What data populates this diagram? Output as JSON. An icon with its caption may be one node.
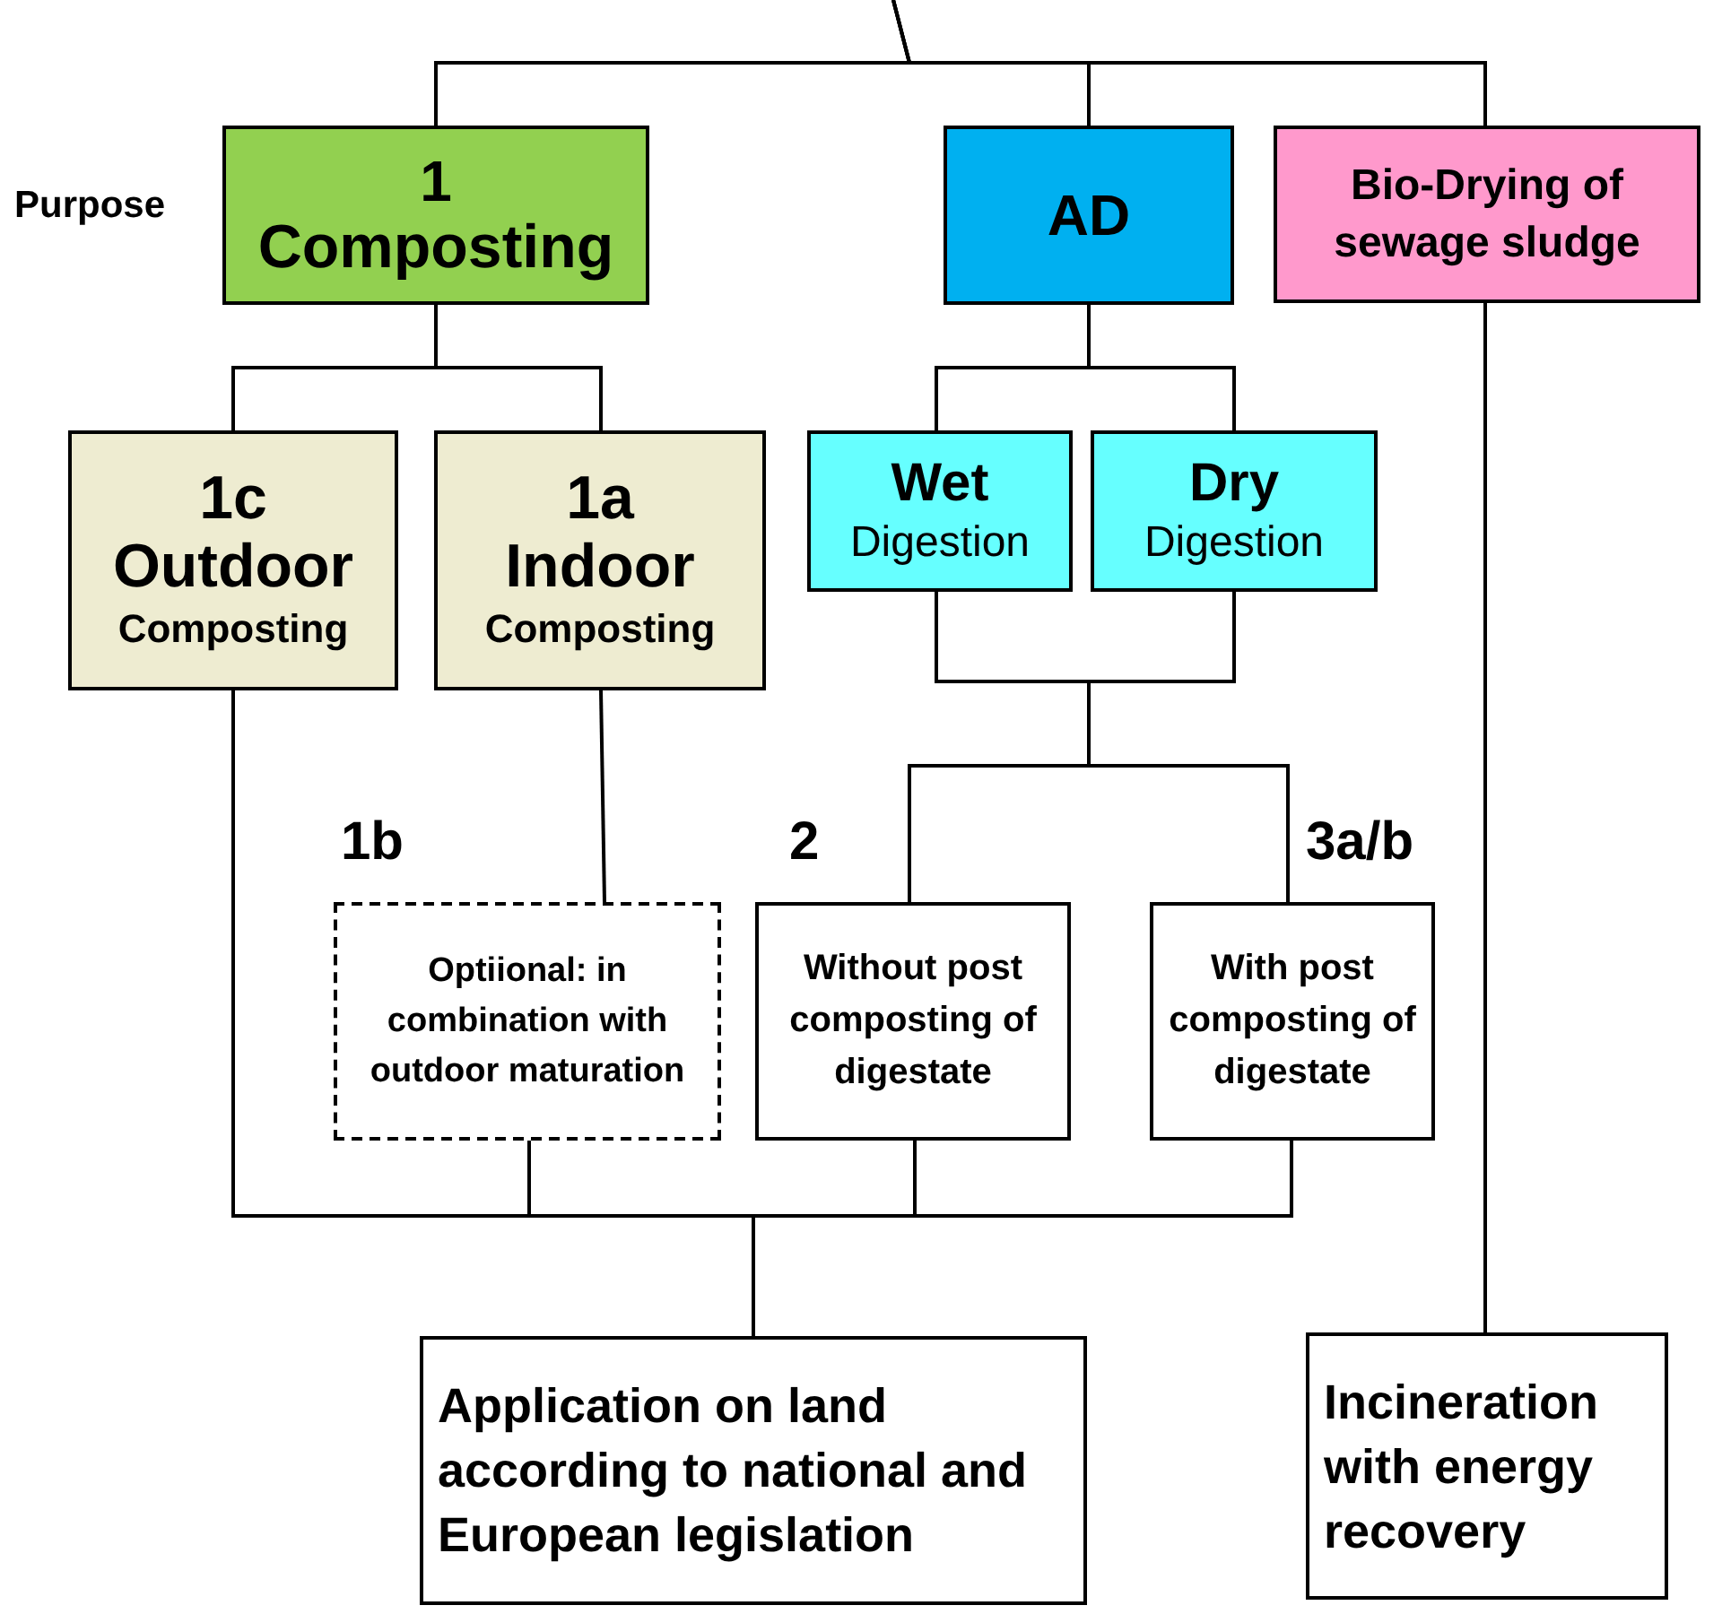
{
  "diagram": {
    "nodes": [
      {
        "text": [
          "1",
          "Composting"
        ]
      },
      {
        "text": [
          "AD"
        ]
      },
      {
        "text": [
          "Bio-Drying of sewage sludge"
        ]
      },
      {
        "text": [
          "1c",
          "Outdoor",
          "Composting"
        ]
      },
      {
        "text": [
          "1a",
          "Indoor",
          "Composting"
        ]
      },
      {
        "text": [
          "Wet",
          "Digestion"
        ]
      },
      {
        "text": [
          "Dry",
          "Digestion"
        ]
      },
      {
        "text": [
          "Optiional: in combination with outdoor maturation"
        ],
        "beside": [
          "1b"
        ]
      },
      {
        "text": [
          "Without post composting of digestate"
        ],
        "beside": [
          "2"
        ]
      },
      {
        "text": [
          "With post composting of digestate"
        ],
        "beside": [
          "3a/b"
        ]
      },
      {
        "text": [
          "Application on land according to national and European legislation"
        ]
      },
      {
        "text": [
          "Incineration with energy recovery"
        ]
      }
    ],
    "edges": [
      {
        "from": null,
        "to": 0,
        "arrow": "none"
      },
      {
        "from": null,
        "to": 1,
        "arrow": "none"
      },
      {
        "from": null,
        "to": 2,
        "arrow": "none"
      },
      {
        "from": 0,
        "to": 3,
        "arrow": "none"
      },
      {
        "from": 0,
        "to": 4,
        "arrow": "none"
      },
      {
        "from": 1,
        "to": 5,
        "arrow": "none"
      },
      {
        "from": 1,
        "to": 6,
        "arrow": "none"
      },
      {
        "from": 4,
        "to": 7,
        "arrow": "none"
      },
      {
        "from": 5,
        "to": 8,
        "arrow": "none"
      },
      {
        "from": 5,
        "to": 9,
        "arrow": "none"
      },
      {
        "from": 6,
        "to": 8,
        "arrow": "none"
      },
      {
        "from": 6,
        "to": 9,
        "arrow": "none"
      },
      {
        "from": 3,
        "to": 10,
        "arrow": "none"
      },
      {
        "from": 7,
        "to": 10,
        "arrow": "none"
      },
      {
        "from": 8,
        "to": 10,
        "arrow": "none"
      },
      {
        "from": 9,
        "to": 10,
        "arrow": "none"
      },
      {
        "from": 2,
        "to": 11,
        "arrow": "none"
      }
    ],
    "labels": [
      "Purpose"
    ]
  }
}
